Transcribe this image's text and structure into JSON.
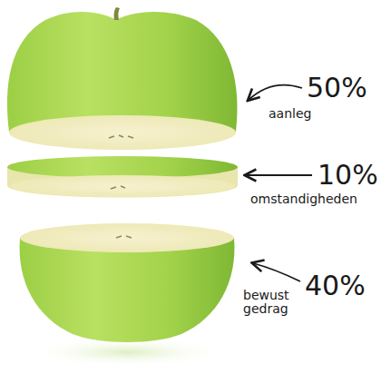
{
  "diagram": {
    "labels": [
      "50%",
      "aanleg",
      "10%",
      "omstandigheden",
      "40%",
      "bewust gedrag"
    ]
  }
}
